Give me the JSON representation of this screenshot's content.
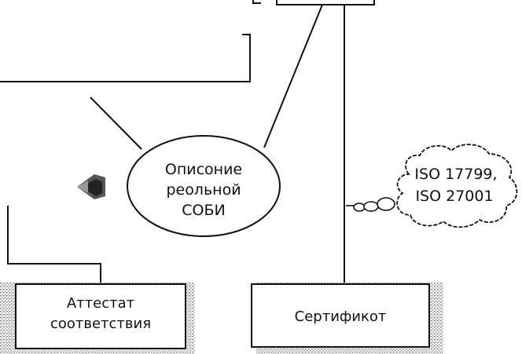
{
  "diagram": {
    "ellipse_label": [
      "Описоние",
      "реольной",
      "СОБИ"
    ],
    "box_left_label": [
      "Аттестат",
      "соответствия"
    ],
    "box_right_label": "Сертификот",
    "cloud_label": [
      "ISO 17799,",
      "ISO 27001"
    ]
  },
  "colors": {
    "ink": "#111111",
    "shadow": "#8a8a8a",
    "background": "#ffffff"
  }
}
